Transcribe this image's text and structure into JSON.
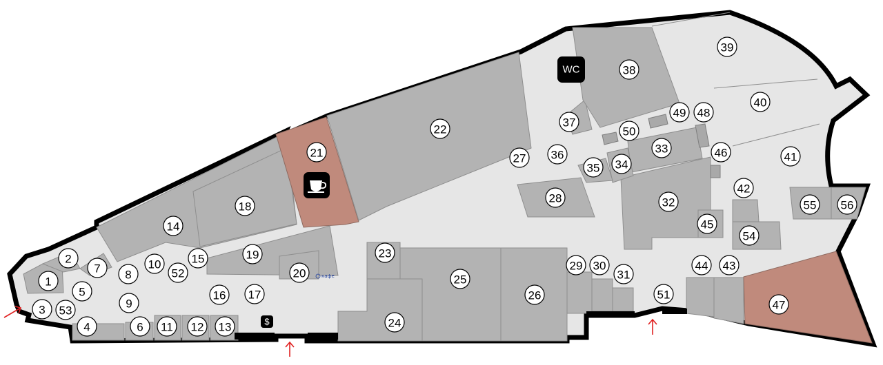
{
  "labels": [
    "1",
    "2",
    "3",
    "4",
    "5",
    "6",
    "7",
    "8",
    "9",
    "10",
    "11",
    "12",
    "13",
    "14",
    "15",
    "16",
    "17",
    "18",
    "19",
    "20",
    "21",
    "22",
    "23",
    "24",
    "25",
    "26",
    "27",
    "28",
    "29",
    "30",
    "31",
    "32",
    "33",
    "34",
    "35",
    "36",
    "37",
    "38",
    "39",
    "40",
    "41",
    "42",
    "43",
    "44",
    "45",
    "46",
    "47",
    "48",
    "49",
    "50",
    "51",
    "52",
    "53",
    "54",
    "55",
    "56"
  ],
  "highlight_color": "#c08a7c",
  "icons": {
    "wc": "WC",
    "cafe": "cafe-cup-icon",
    "atm": "$"
  },
  "small_text": "кафе",
  "entrances": [
    "entrance-arrow-left",
    "entrance-arrow-bottom-left",
    "entrance-arrow-bottom-right"
  ]
}
